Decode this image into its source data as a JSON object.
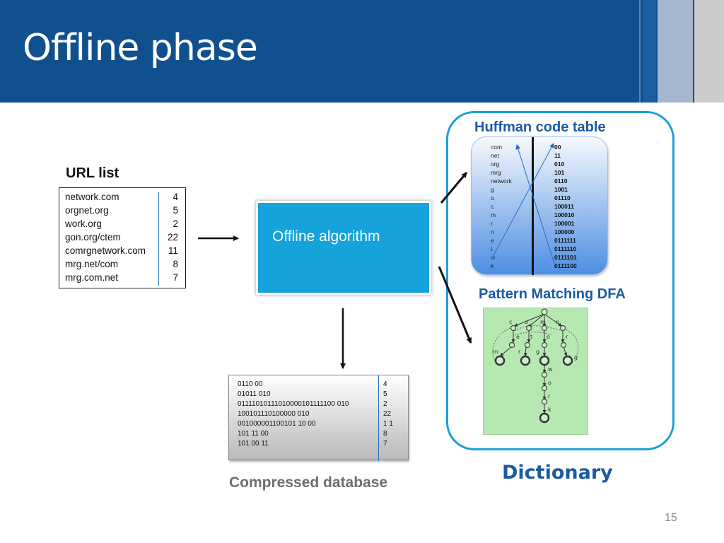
{
  "slide": {
    "title": "Offline phase",
    "page_number": "15"
  },
  "url_list": {
    "heading": "URL list",
    "rows": [
      {
        "url": "network.com",
        "count": "4"
      },
      {
        "url": "orgnet.org",
        "count": "5"
      },
      {
        "url": "work.org",
        "count": "2"
      },
      {
        "url": "gon.org/ctem",
        "count": "22"
      },
      {
        "url": "comrgnetwork.com",
        "count": "11"
      },
      {
        "url": "mrg.net/com",
        "count": "8"
      },
      {
        "url": "mrg.com.net",
        "count": "7"
      }
    ]
  },
  "algorithm": {
    "label": "Offline algorithm"
  },
  "compressed_db": {
    "caption": "Compressed database",
    "rows": [
      {
        "bits": "0110  00",
        "count": "4"
      },
      {
        "bits": "01011 010",
        "count": "5"
      },
      {
        "bits": "01111010111010000101111100 010",
        "count": "2"
      },
      {
        "bits": "100101110100000 010",
        "count": "22"
      },
      {
        "bits": "001000001100101 10 00",
        "count": "1 1"
      },
      {
        "bits": "101 11 00",
        "count": "8"
      },
      {
        "bits": "101 00 11",
        "count": "7"
      }
    ]
  },
  "dictionary": {
    "caption": "Dictionary",
    "huffman": {
      "title": "Huffman code table",
      "rows": [
        {
          "pattern": "com",
          "code": "00"
        },
        {
          "pattern": "net",
          "code": "11"
        },
        {
          "pattern": "org",
          "code": "010"
        },
        {
          "pattern": "mrg",
          "code": "101"
        },
        {
          "pattern": "network",
          "code": "0110"
        },
        {
          "pattern": "g",
          "code": "1001"
        },
        {
          "pattern": "o",
          "code": "01110"
        },
        {
          "pattern": "c",
          "code": "100011"
        },
        {
          "pattern": "m",
          "code": "100010"
        },
        {
          "pattern": "r",
          "code": "100001"
        },
        {
          "pattern": "n",
          "code": "100000"
        },
        {
          "pattern": "e",
          "code": "0111111"
        },
        {
          "pattern": "t",
          "code": "0111110"
        },
        {
          "pattern": "w",
          "code": "0111101"
        },
        {
          "pattern": "k",
          "code": "0111100"
        }
      ]
    },
    "dfa": {
      "title": "Pattern Matching DFA",
      "edge_labels": [
        "c",
        "o",
        "m",
        "n",
        "e",
        "t",
        "o",
        "r",
        "g",
        "m",
        "r",
        "g",
        "w",
        "o",
        "r",
        "k"
      ]
    }
  },
  "colors": {
    "header_blue": "#10508f",
    "algo_blue": "#16a3dc",
    "title_blue": "#1b5aa2",
    "frame_blue": "#1e9fd8",
    "dfa_green": "#b6e8b1"
  }
}
